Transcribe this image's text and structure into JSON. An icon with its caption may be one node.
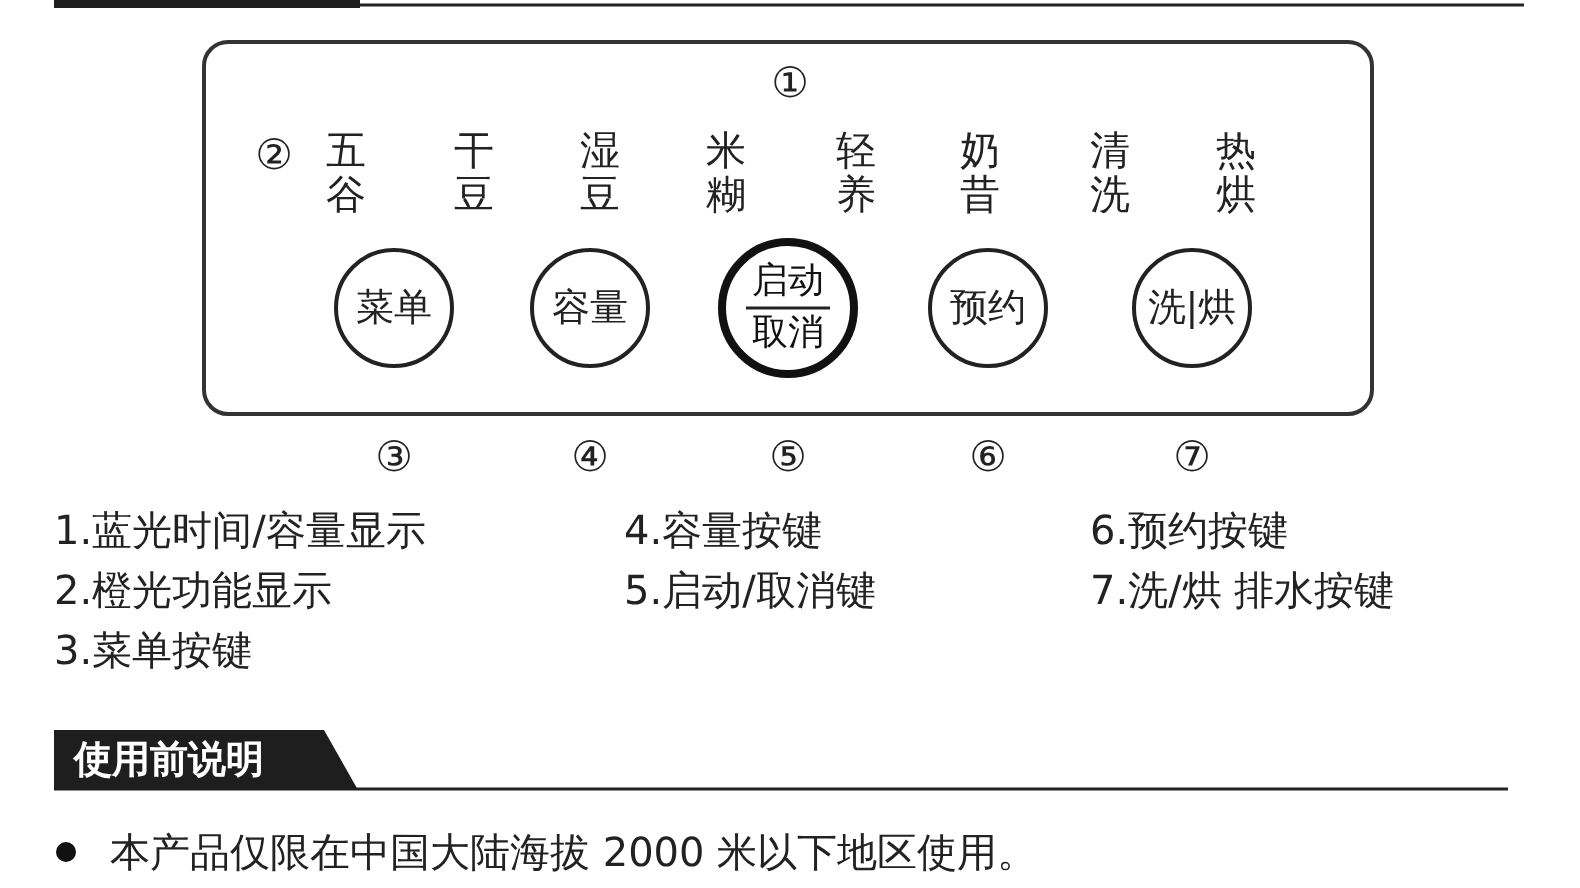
{
  "diagram": {
    "nodes": [
      {
        "text": [],
        "shape": "box"
      },
      {
        "text": [
          "菜单"
        ],
        "in": 0,
        "beside": [
          "③"
        ]
      },
      {
        "text": [
          "容量"
        ],
        "in": 0,
        "beside": [
          "④"
        ]
      },
      {
        "text": [
          "启动",
          "取消"
        ],
        "in": 0,
        "beside": [
          "⑤"
        ]
      },
      {
        "text": [
          "预约"
        ],
        "in": 0,
        "beside": [
          "⑥"
        ]
      },
      {
        "text": [
          "洗|烘"
        ],
        "in": 0,
        "beside": [
          "⑦"
        ]
      },
      {
        "text": [
          "使用前说明"
        ]
      }
    ],
    "labels": [
      "①",
      "②",
      "五谷",
      "干豆",
      "湿豆",
      "米糊",
      "轻养",
      "奶昔",
      "清洗",
      "热烘",
      "1.蓝光时间/容量显示",
      "4.容量按键",
      "6.预约按键",
      "2.橙光功能显示",
      "5.启动/取消键",
      "7.洗/烘 排水按键",
      "3.菜单按键",
      "本产品仅限在中国大陆海拔 2000 米以下地区使用。"
    ]
  }
}
